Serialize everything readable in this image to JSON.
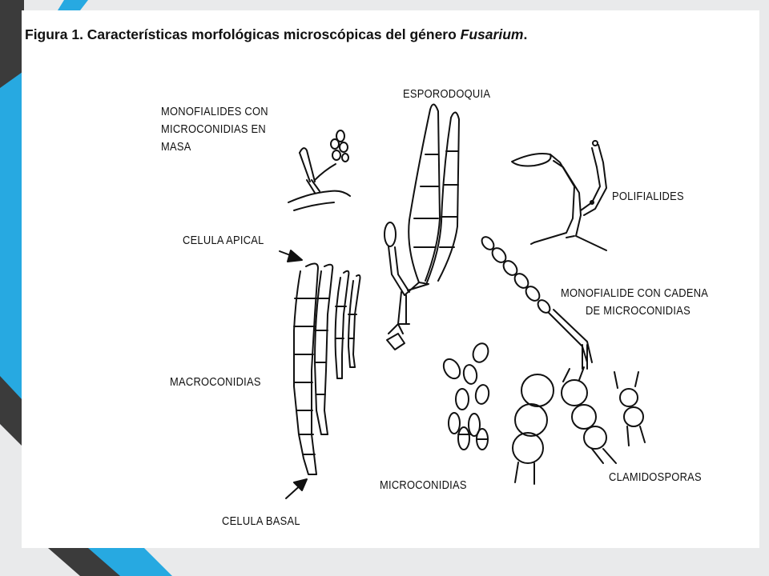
{
  "slide": {
    "title_prefix": "Figura 1. Características morfológicas microscópicas del género ",
    "title_genus": "Fusarium",
    "title_suffix": "."
  },
  "labels": {
    "monofialides_line1": "MONOFIALIDES CON",
    "monofialides_line2": "MICROCONIDIAS EN",
    "monofialides_line3": "MASA",
    "esporodoquia": "ESPORODOQUIA",
    "polifialides": "POLIFIALIDES",
    "celula_apical": "CELULA APICAL",
    "macroconidias": "MACROCONIDIAS",
    "celula_basal": "CELULA BASAL",
    "monofialide_cadena_line1": "MONOFIALIDE CON CADENA",
    "monofialide_cadena_line2": "DE MICROCONIDIAS",
    "microconidias": "MICROCONIDIAS",
    "clamidosporas": "CLAMIDOSPORAS"
  },
  "colors": {
    "background": "#e9eaeb",
    "card": "#ffffff",
    "accent_blue": "#27a9e1",
    "accent_dark": "#3b3b3b",
    "ink": "#111111"
  }
}
